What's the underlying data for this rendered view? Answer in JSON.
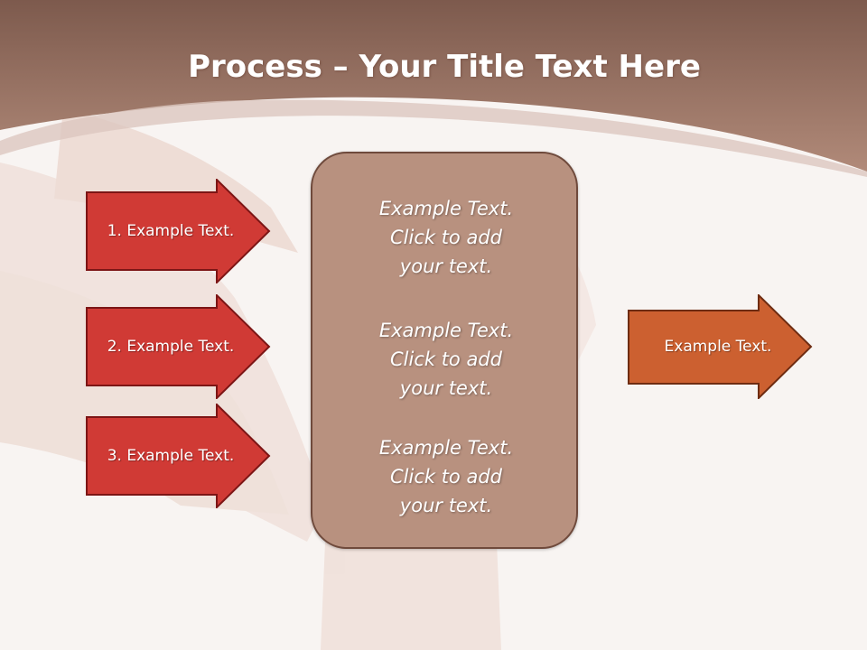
{
  "title": {
    "bold": "Process",
    "rest": " – Your Title Text Here"
  },
  "left_arrows": [
    {
      "label": "1. Example Text."
    },
    {
      "label": "2. Example Text."
    },
    {
      "label": "3. Example Text."
    }
  ],
  "center_blocks": [
    {
      "line1": "Example Text.",
      "line2": "Click  to add",
      "line3": "your text."
    },
    {
      "line1": "Example Text.",
      "line2": "Click  to add",
      "line3": "your text."
    },
    {
      "line1": "Example Text.",
      "line2": "Click  to add",
      "line3": "your text."
    }
  ],
  "right_arrow": {
    "label": "Example Text."
  },
  "colors": {
    "header": "#a2776a",
    "left_arrow_fill": "#d03a35",
    "left_arrow_stroke": "#7c1515",
    "center_fill": "#b8917f",
    "right_arrow_fill": "#cc6030",
    "right_arrow_stroke": "#6e2c12"
  }
}
